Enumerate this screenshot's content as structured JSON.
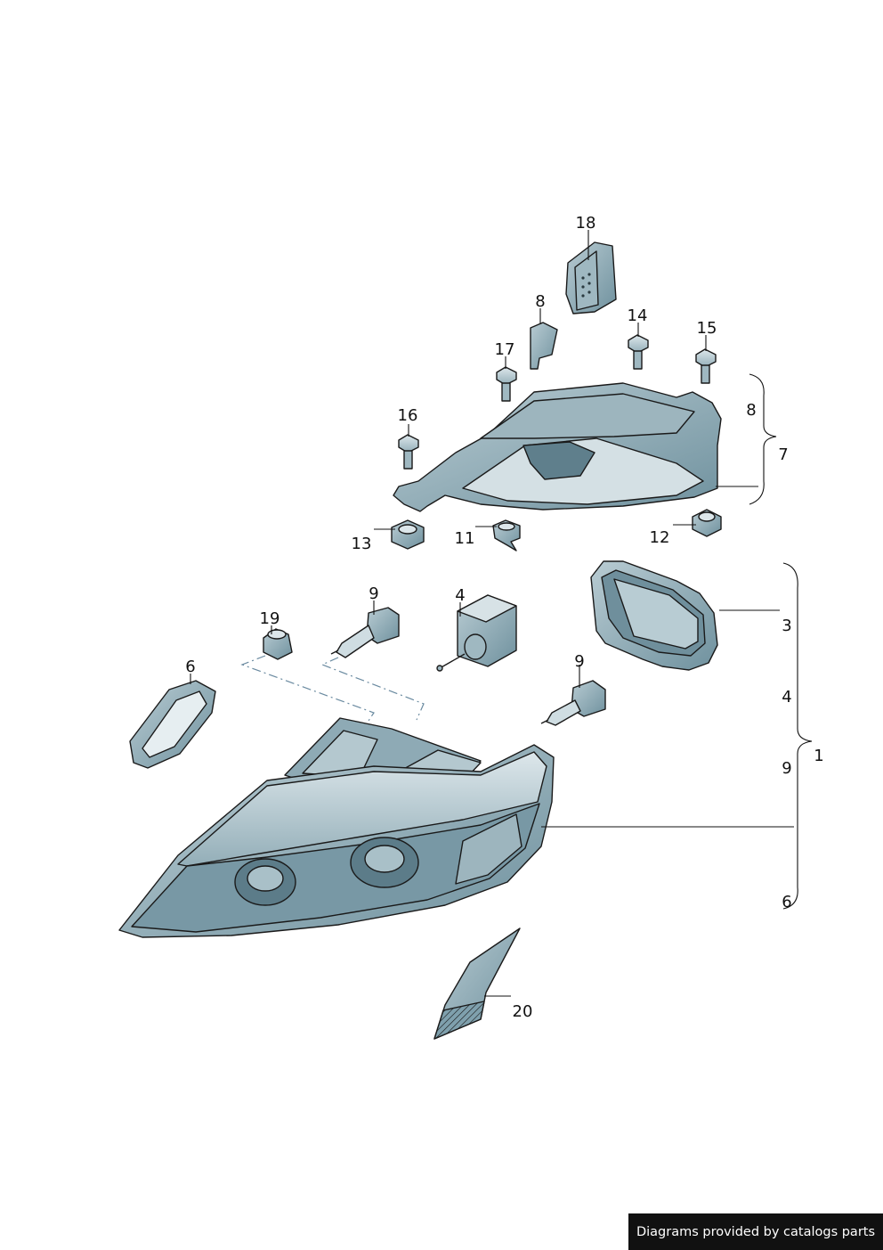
{
  "callouts": {
    "c1": "1",
    "c3": "3",
    "c4_right": "4",
    "c9_right": "9",
    "c6_right": "6",
    "c4": "4",
    "c6": "6",
    "c7": "7",
    "c8": "8",
    "c8_top": "8",
    "c9_a": "9",
    "c9_b": "9",
    "c11": "11",
    "c12": "12",
    "c13": "13",
    "c14": "14",
    "c15": "15",
    "c16": "16",
    "c17": "17",
    "c18": "18",
    "c19": "19",
    "c20": "20"
  },
  "colors": {
    "part_fill": "#7fa0ad",
    "part_light": "#c5d5db",
    "part_dark": "#4f6f7c",
    "lens": "#a9c0c8"
  },
  "footer": {
    "text": "Diagrams provided by catalogs parts"
  }
}
